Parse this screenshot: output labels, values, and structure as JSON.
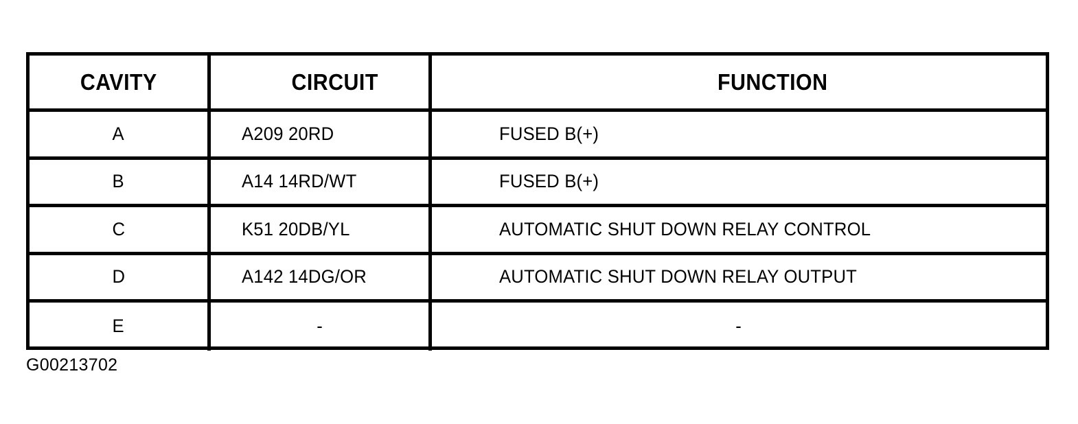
{
  "table": {
    "columns": [
      {
        "key": "cavity",
        "label": "CAVITY"
      },
      {
        "key": "circuit",
        "label": "CIRCUIT"
      },
      {
        "key": "function",
        "label": "FUNCTION"
      }
    ],
    "rows": [
      {
        "cavity": "A",
        "circuit": "A209 20RD",
        "function": "FUSED B(+)"
      },
      {
        "cavity": "B",
        "circuit": "A14 14RD/WT",
        "function": "FUSED B(+)"
      },
      {
        "cavity": "C",
        "circuit": "K51 20DB/YL",
        "function": "AUTOMATIC SHUT DOWN RELAY CONTROL"
      },
      {
        "cavity": "D",
        "circuit": "A142 14DG/OR",
        "function": "AUTOMATIC SHUT DOWN RELAY OUTPUT"
      },
      {
        "cavity": "E",
        "circuit": "-",
        "function": "-"
      }
    ]
  },
  "caption": {
    "text": "G00213702"
  },
  "colors": {
    "ink": "#000000",
    "paper": "#ffffff"
  }
}
